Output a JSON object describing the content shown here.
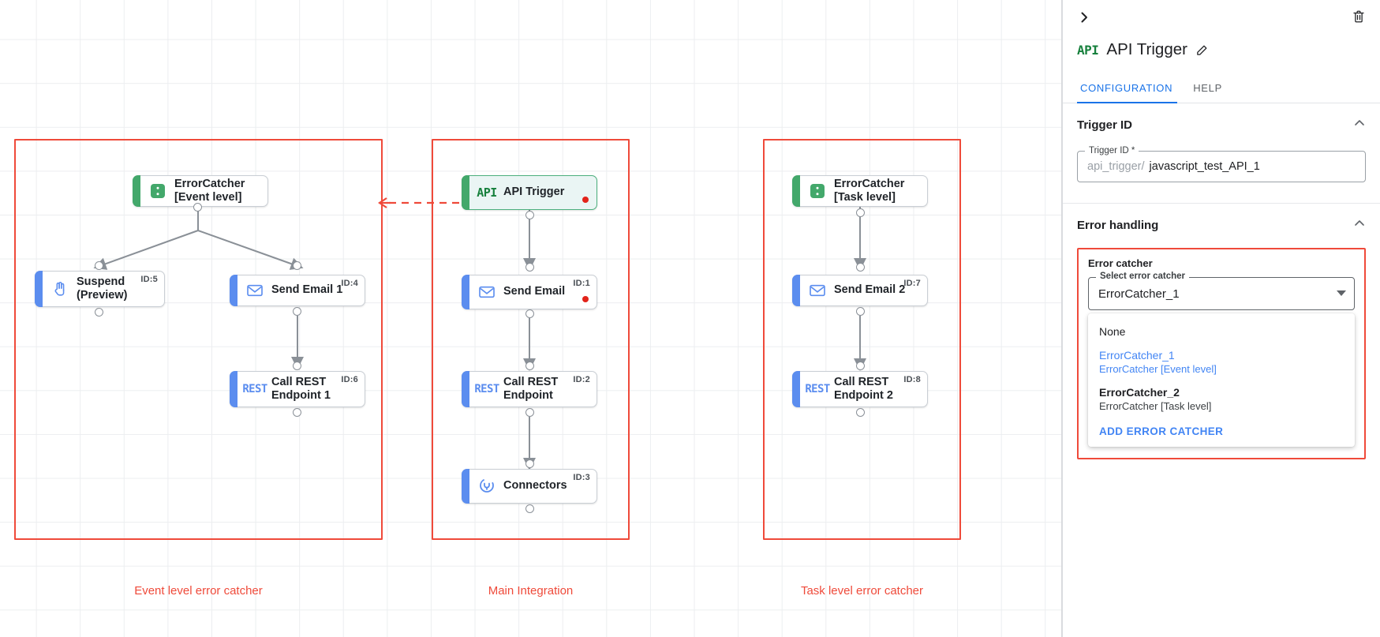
{
  "canvas": {
    "groups": [
      {
        "label": "Event level error catcher"
      },
      {
        "label": "Main Integration"
      },
      {
        "label": "Task level error catcher"
      }
    ],
    "nodes": {
      "error_catcher_event": {
        "title": "ErrorCatcher\n[Event level]",
        "id_label": "",
        "icon": "error-catcher-icon"
      },
      "suspend": {
        "title": "Suspend\n(Preview)",
        "id_label": "ID:5",
        "icon": "hand-icon"
      },
      "send_email_1": {
        "title": "Send Email 1",
        "id_label": "ID:4",
        "icon": "envelope-icon"
      },
      "call_rest_1": {
        "title": "Call REST\nEndpoint 1",
        "id_label": "ID:6",
        "icon": "rest-icon"
      },
      "api_trigger": {
        "title": "API Trigger",
        "id_label": "",
        "icon": "api-icon"
      },
      "send_email": {
        "title": "Send Email",
        "id_label": "ID:1",
        "icon": "envelope-icon"
      },
      "call_rest": {
        "title": "Call REST\nEndpoint",
        "id_label": "ID:2",
        "icon": "rest-icon"
      },
      "connectors": {
        "title": "Connectors",
        "id_label": "ID:3",
        "icon": "connectors-icon"
      },
      "error_catcher_task": {
        "title": "ErrorCatcher\n[Task level]",
        "id_label": "",
        "icon": "error-catcher-icon"
      },
      "send_email_2": {
        "title": "Send Email 2",
        "id_label": "ID:7",
        "icon": "envelope-icon"
      },
      "call_rest_2": {
        "title": "Call REST\nEndpoint 2",
        "id_label": "ID:8",
        "icon": "rest-icon"
      }
    },
    "api_glyph": "API",
    "rest_glyph": "REST"
  },
  "panel": {
    "title": "API Trigger",
    "badge_glyph": "API",
    "tabs": [
      {
        "label": "CONFIGURATION",
        "active": true
      },
      {
        "label": "HELP",
        "active": false
      }
    ],
    "sections": {
      "trigger_id": {
        "heading": "Trigger ID",
        "field_legend": "Trigger ID *",
        "field_prefix": "api_trigger/",
        "field_value": "javascript_test_API_1"
      },
      "error_handling": {
        "heading": "Error handling",
        "box_title": "Error catcher",
        "select_legend": "Select error catcher",
        "select_value": "ErrorCatcher_1",
        "options": [
          {
            "main": "None",
            "sub": "",
            "selected": false,
            "bold": false
          },
          {
            "main": "ErrorCatcher_1",
            "sub": "ErrorCatcher [Event level]",
            "selected": true,
            "bold": false
          },
          {
            "main": "ErrorCatcher_2",
            "sub": "ErrorCatcher [Task level]",
            "selected": false,
            "bold": true
          }
        ],
        "add_label": "ADD ERROR CATCHER"
      }
    }
  },
  "colors": {
    "accent_blue": "#1a73e8",
    "red_frame": "#ef4a3a",
    "green": "#43a86b",
    "node_blue": "#5b8def",
    "error_dot": "#e2231a"
  }
}
